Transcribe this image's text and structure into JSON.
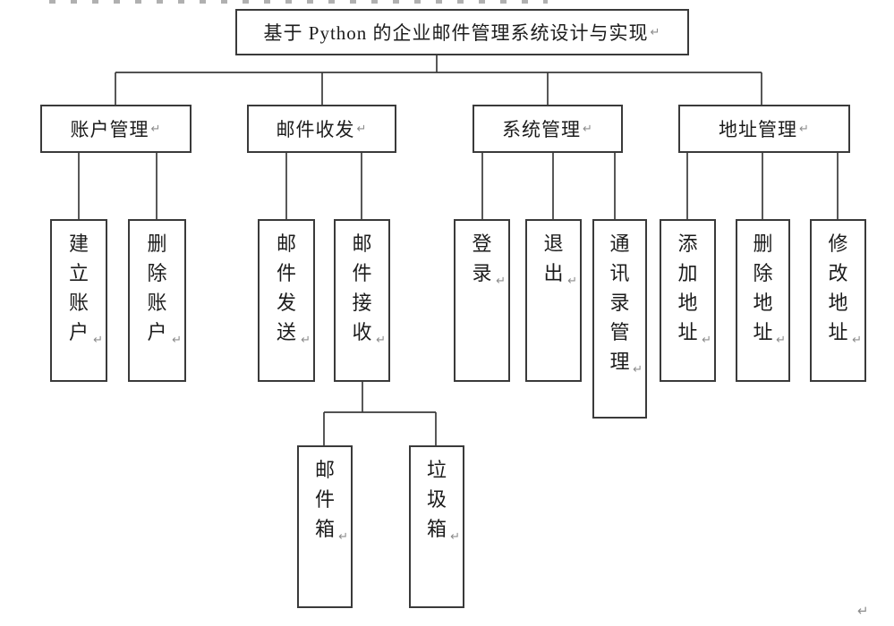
{
  "page": {
    "background": "#ffffff",
    "line_color": "#3a3a3a",
    "text_color": "#1c1c1c",
    "mark_color": "#8c8c8c",
    "paragraph_mark": "↵"
  },
  "diagram": {
    "title": {
      "label": "基于 Python 的企业邮件管理系统设计与实现"
    },
    "level2": [
      {
        "label": "账户管理"
      },
      {
        "label": "邮件收发"
      },
      {
        "label": "系统管理"
      },
      {
        "label": "地址管理"
      }
    ],
    "level3": [
      {
        "label": "建立账户"
      },
      {
        "label": "删除账户"
      },
      {
        "label": "邮件发送"
      },
      {
        "label": "邮件接收"
      },
      {
        "label": "登录"
      },
      {
        "label": "退出"
      },
      {
        "label": "通讯录管理"
      },
      {
        "label": "添加地址"
      },
      {
        "label": "删除地址"
      },
      {
        "label": "修改地址"
      }
    ],
    "level4": [
      {
        "label": "邮件箱"
      },
      {
        "label": "垃圾箱"
      }
    ]
  }
}
